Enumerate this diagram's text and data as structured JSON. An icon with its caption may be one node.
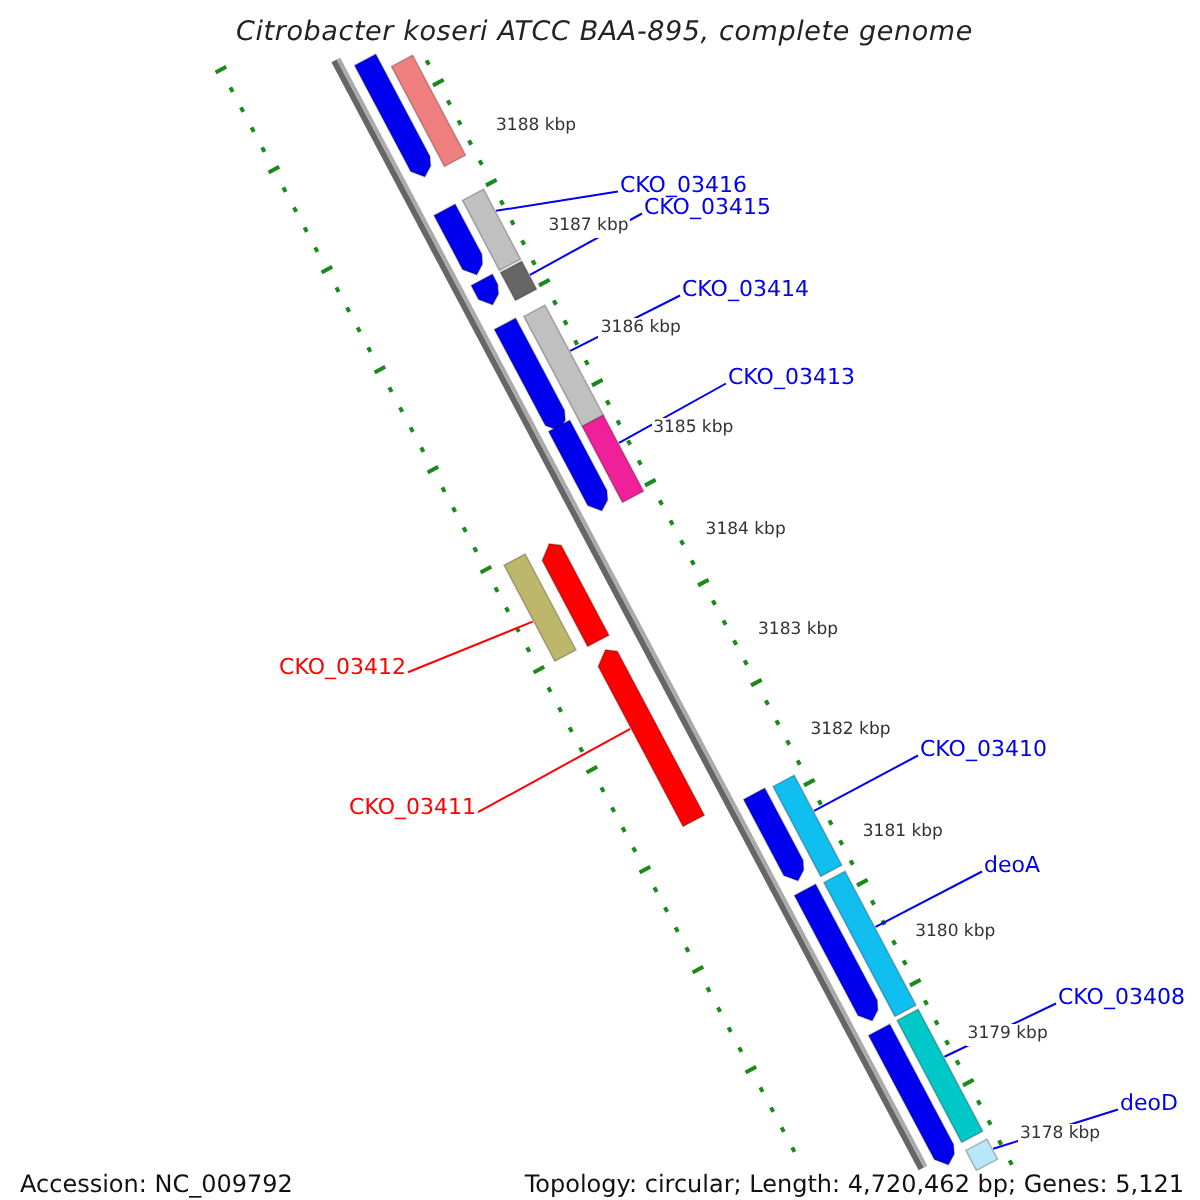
{
  "diagram": {
    "title": "Citrobacter koseri ATCC BAA-895, complete genome",
    "nodes": [
      {
        "text": [
          "CKO_03416"
        ]
      },
      {
        "text": [
          "CKO_03415"
        ]
      },
      {
        "text": [
          "CKO_03414"
        ]
      },
      {
        "text": [
          "CKO_03413"
        ]
      },
      {
        "text": [
          "CKO_03412"
        ]
      },
      {
        "text": [
          "CKO_03411"
        ]
      },
      {
        "text": [
          "CKO_03410"
        ]
      },
      {
        "text": [
          "deoA"
        ]
      },
      {
        "text": [
          "CKO_03408"
        ]
      },
      {
        "text": [
          "deoD"
        ]
      },
      {
        "text": [],
        "shape": "arrow"
      },
      {
        "text": [],
        "shape": "bar"
      },
      {
        "text": [],
        "shape": "arrow"
      },
      {
        "text": [],
        "shape": "bar"
      },
      {
        "text": [],
        "shape": "arrow"
      },
      {
        "text": [],
        "shape": "bar"
      },
      {
        "text": [],
        "shape": "arrow"
      },
      {
        "text": [],
        "shape": "bar"
      },
      {
        "text": [],
        "shape": "arrow"
      },
      {
        "text": [],
        "shape": "bar"
      },
      {
        "text": [],
        "shape": "bar"
      },
      {
        "text": [],
        "shape": "arrow"
      },
      {
        "text": [],
        "shape": "arrow"
      },
      {
        "text": [],
        "shape": "arrow"
      },
      {
        "text": [],
        "shape": "bar"
      },
      {
        "text": [],
        "shape": "arrow"
      },
      {
        "text": [],
        "shape": "bar"
      },
      {
        "text": [],
        "shape": "arrow"
      },
      {
        "text": [],
        "shape": "bar"
      },
      {
        "text": [],
        "shape": "bar"
      }
    ],
    "edges": [
      {
        "from": 0,
        "to": 13,
        "arrow": "none"
      },
      {
        "from": 1,
        "to": 15,
        "arrow": "none"
      },
      {
        "from": 2,
        "to": 17,
        "arrow": "none"
      },
      {
        "from": 3,
        "to": 19,
        "arrow": "none"
      },
      {
        "from": 4,
        "to": 20,
        "arrow": "none",
        "color": "#ff0000"
      },
      {
        "from": 5,
        "to": 22,
        "arrow": "none",
        "color": "#ff0000"
      },
      {
        "from": 6,
        "to": 24,
        "arrow": "none"
      },
      {
        "from": 7,
        "to": 26,
        "arrow": "none"
      },
      {
        "from": 8,
        "to": 28,
        "arrow": "none"
      },
      {
        "from": 9,
        "to": 29,
        "arrow": "none"
      }
    ],
    "labels": [
      "3188 kbp",
      "3187 kbp",
      "3186 kbp",
      "3185 kbp",
      "3184 kbp",
      "3183 kbp",
      "3182 kbp",
      "3181 kbp",
      "3180 kbp",
      "3179 kbp",
      "3178 kbp",
      "Accession: NC_009792",
      "Topology: circular; Length: 4,720,462 bp; Genes: 5,121"
    ]
  }
}
